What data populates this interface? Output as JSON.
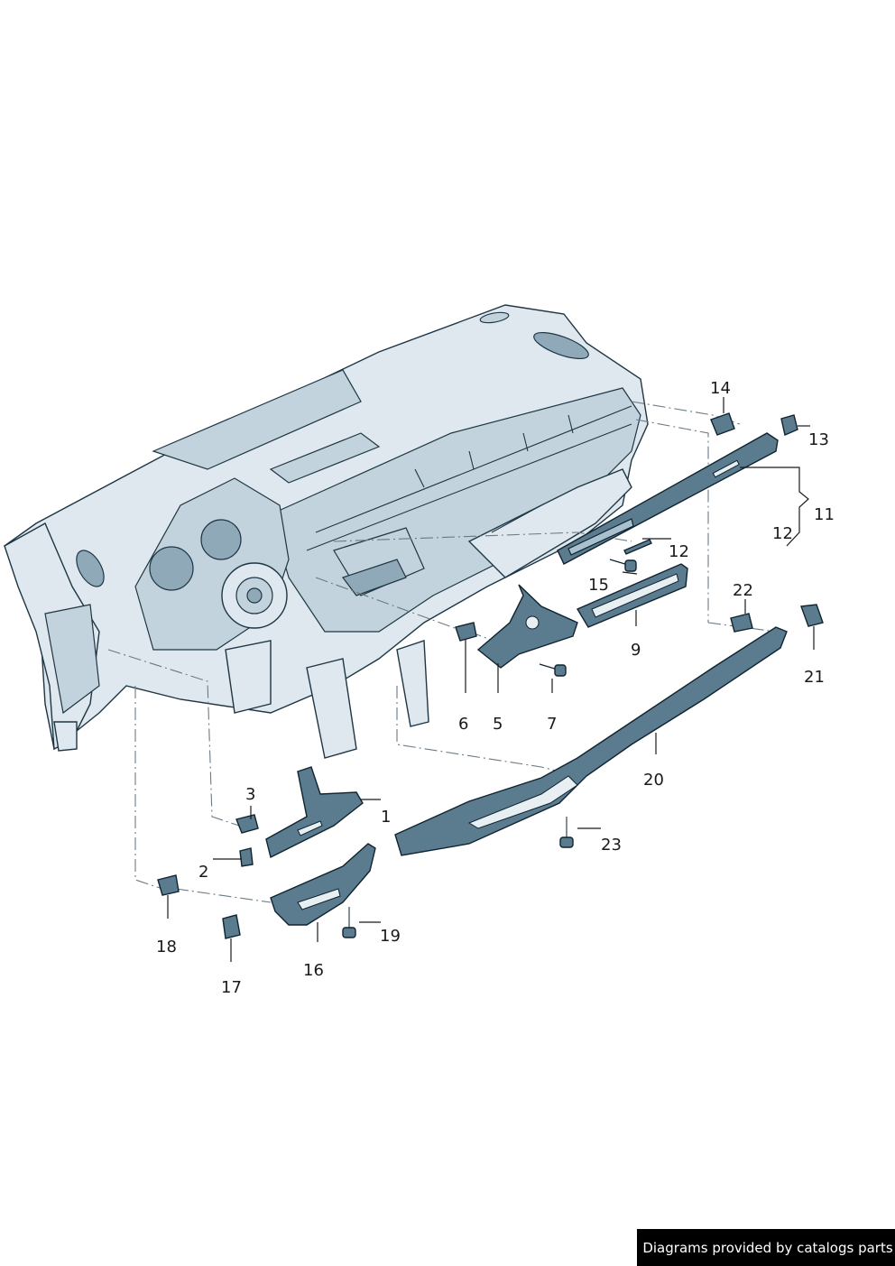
{
  "callouts": {
    "c1": "1",
    "c2": "2",
    "c3": "3",
    "c5": "5",
    "c6": "6",
    "c7": "7",
    "c9": "9",
    "c11": "11",
    "c12a": "12",
    "c12b": "12",
    "c13": "13",
    "c14": "14",
    "c15": "15",
    "c16": "16",
    "c17": "17",
    "c18": "18",
    "c19": "19",
    "c20": "20",
    "c21": "21",
    "c22": "22",
    "c23": "23"
  },
  "credit": "Diagrams provided by catalogs parts",
  "colors": {
    "body": "#dfe8ee",
    "part": "#5b7b8f",
    "outline": "#1e3644",
    "credit_bg": "#000000"
  }
}
